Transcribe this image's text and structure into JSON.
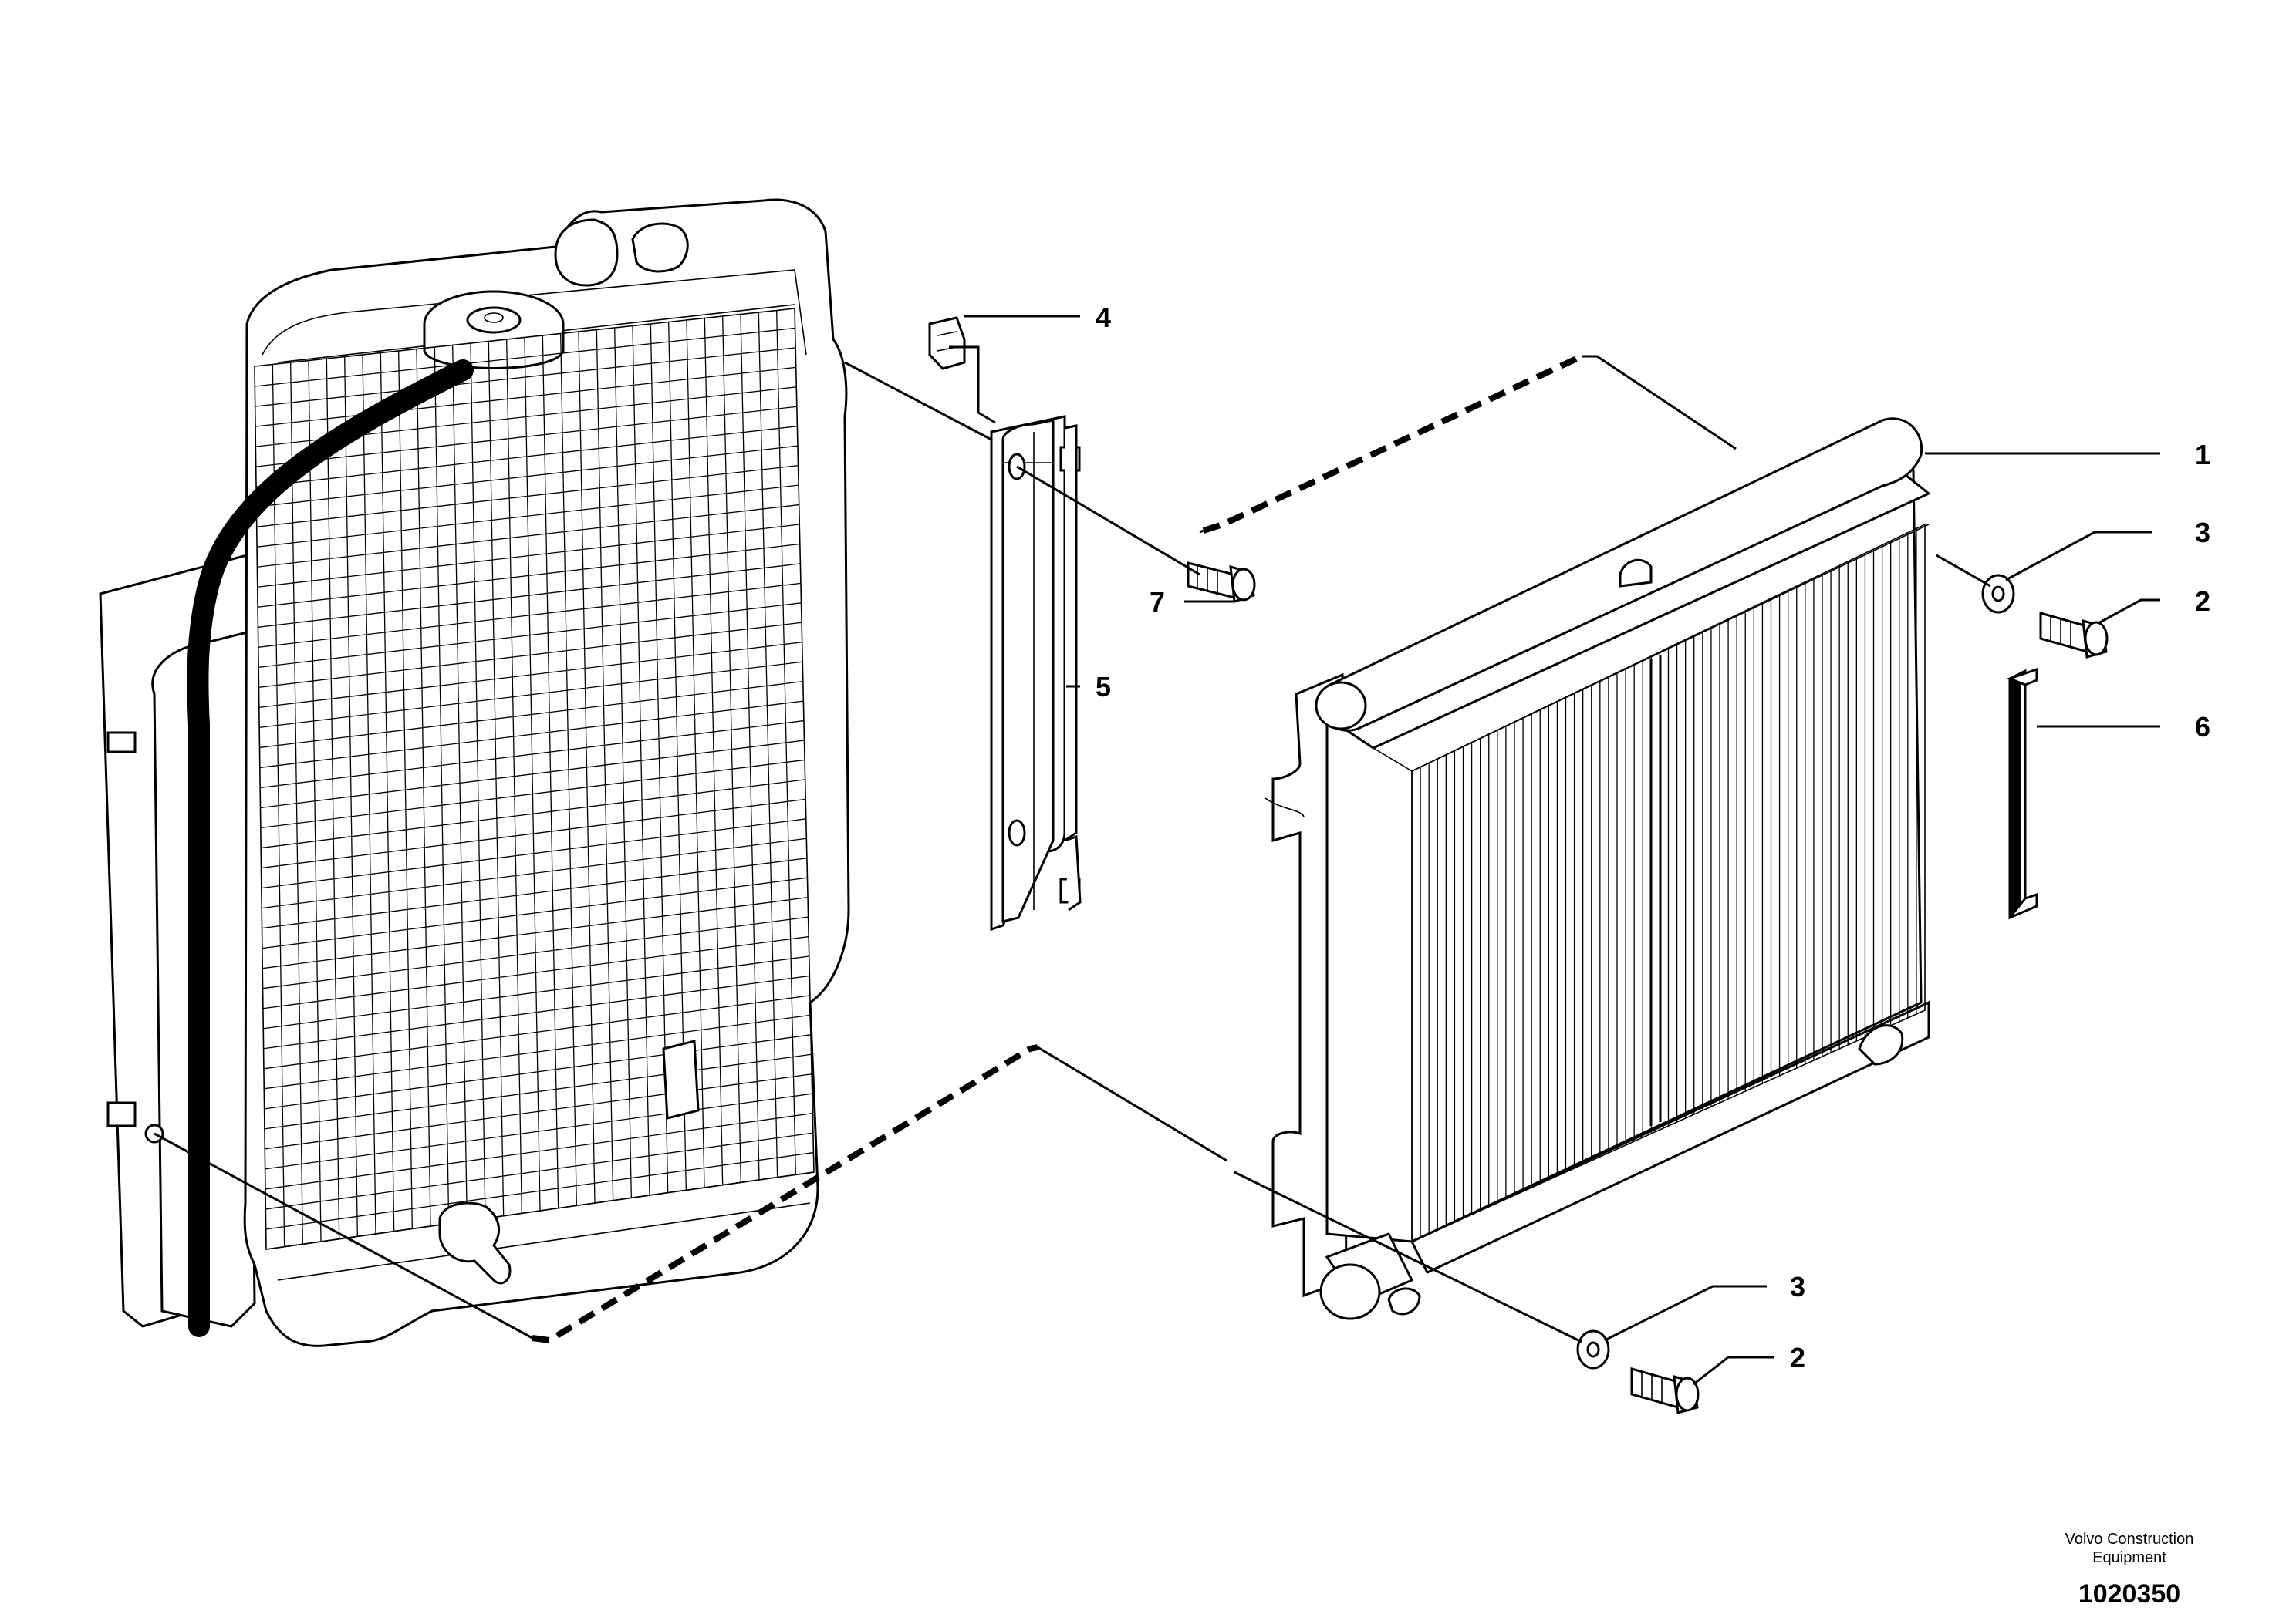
{
  "callouts": [
    {
      "id": "1",
      "label": "1"
    },
    {
      "id": "2a",
      "label": "2"
    },
    {
      "id": "3a",
      "label": "3"
    },
    {
      "id": "4",
      "label": "4"
    },
    {
      "id": "5",
      "label": "5"
    },
    {
      "id": "6",
      "label": "6"
    },
    {
      "id": "7",
      "label": "7"
    },
    {
      "id": "3b",
      "label": "3"
    },
    {
      "id": "2b",
      "label": "2"
    }
  ],
  "footer": {
    "company_line1": "Volvo Construction",
    "company_line2": "Equipment",
    "drawing_number": "1020350"
  }
}
